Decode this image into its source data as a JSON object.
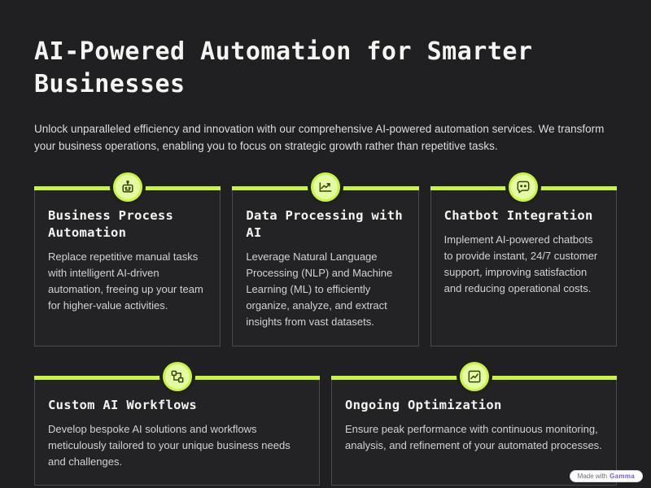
{
  "page": {
    "title": "AI-Powered Automation for Smarter Businesses",
    "subtitle": "Unlock unparalleled efficiency and innovation with our comprehensive AI-powered automation services. We transform your business operations, enabling you to focus on strategic growth rather than repetitive tasks."
  },
  "colors": {
    "accent": "#c8f542",
    "background": "#202022",
    "card_background": "#232325",
    "card_border": "#4a4a4e",
    "badge_brand": "#7b5bd6"
  },
  "cards": [
    {
      "title": "Business Process Automation",
      "description": "Replace repetitive manual tasks with intelligent AI-driven automation, freeing up your team for higher-value activities.",
      "icon": "robot-icon"
    },
    {
      "title": "Data Processing with AI",
      "description": "Leverage Natural Language Processing (NLP) and Machine Learning (ML) to efficiently organize, analyze, and extract insights from vast datasets.",
      "icon": "data-chart-icon"
    },
    {
      "title": "Chatbot Integration",
      "description": "Implement AI-powered chatbots to provide instant, 24/7 customer support, improving satisfaction and reducing operational costs.",
      "icon": "chatbot-icon"
    },
    {
      "title": "Custom AI Workflows",
      "description": "Develop bespoke AI solutions and workflows meticulously tailored to your unique business needs and challenges.",
      "icon": "workflow-icon"
    },
    {
      "title": "Ongoing Optimization",
      "description": "Ensure peak performance with continuous monitoring, analysis, and refinement of your automated processes.",
      "icon": "growth-chart-icon"
    }
  ],
  "badge": {
    "prefix": "Made with",
    "brand": "Gamma"
  }
}
